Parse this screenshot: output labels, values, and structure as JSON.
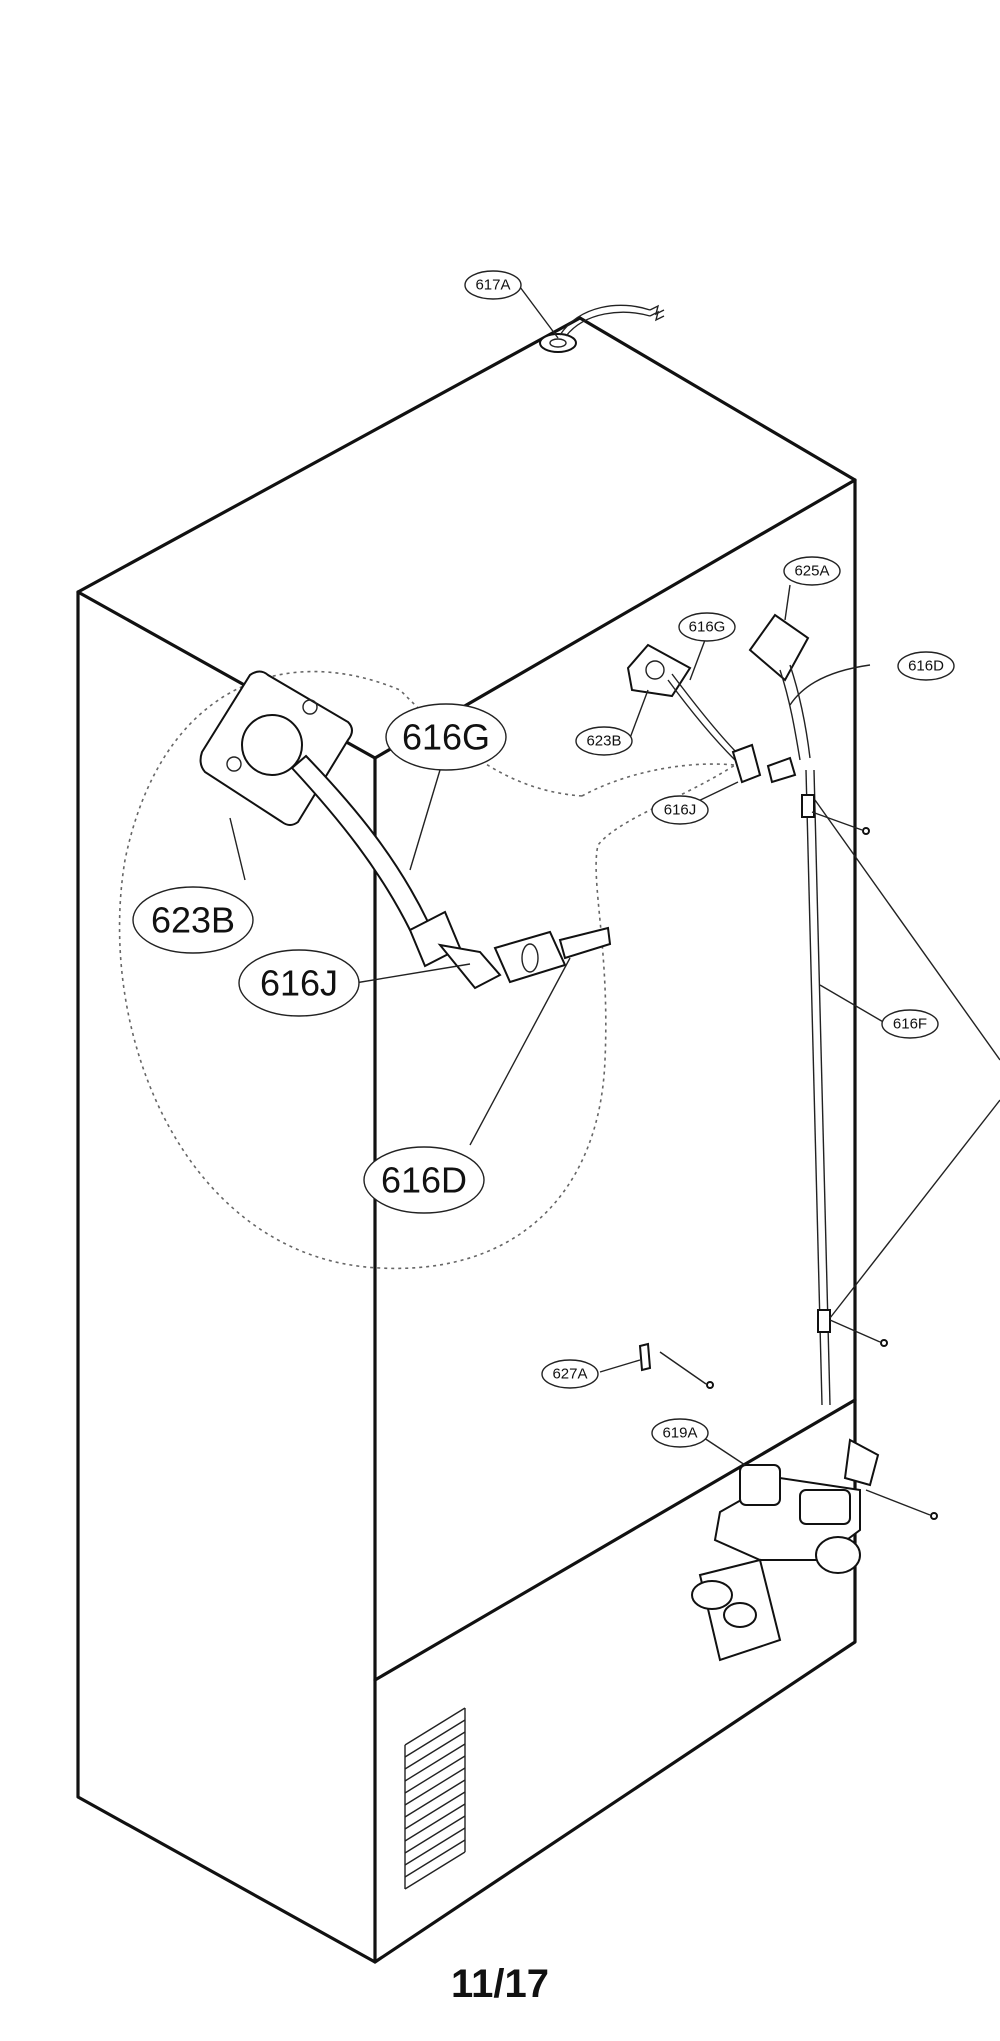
{
  "labels": {
    "l617A": "617A",
    "l625A": "625A",
    "l616G_small": "616G",
    "l616D_small": "616D",
    "l623B_small": "623B",
    "l616J_small": "616J",
    "l616F": "616F",
    "l627A": "627A",
    "l619A": "619A",
    "l616G_big": "616G",
    "l623B_big": "623B",
    "l616J_big": "616J",
    "l616D_big": "616D"
  },
  "page_number": "11/17"
}
